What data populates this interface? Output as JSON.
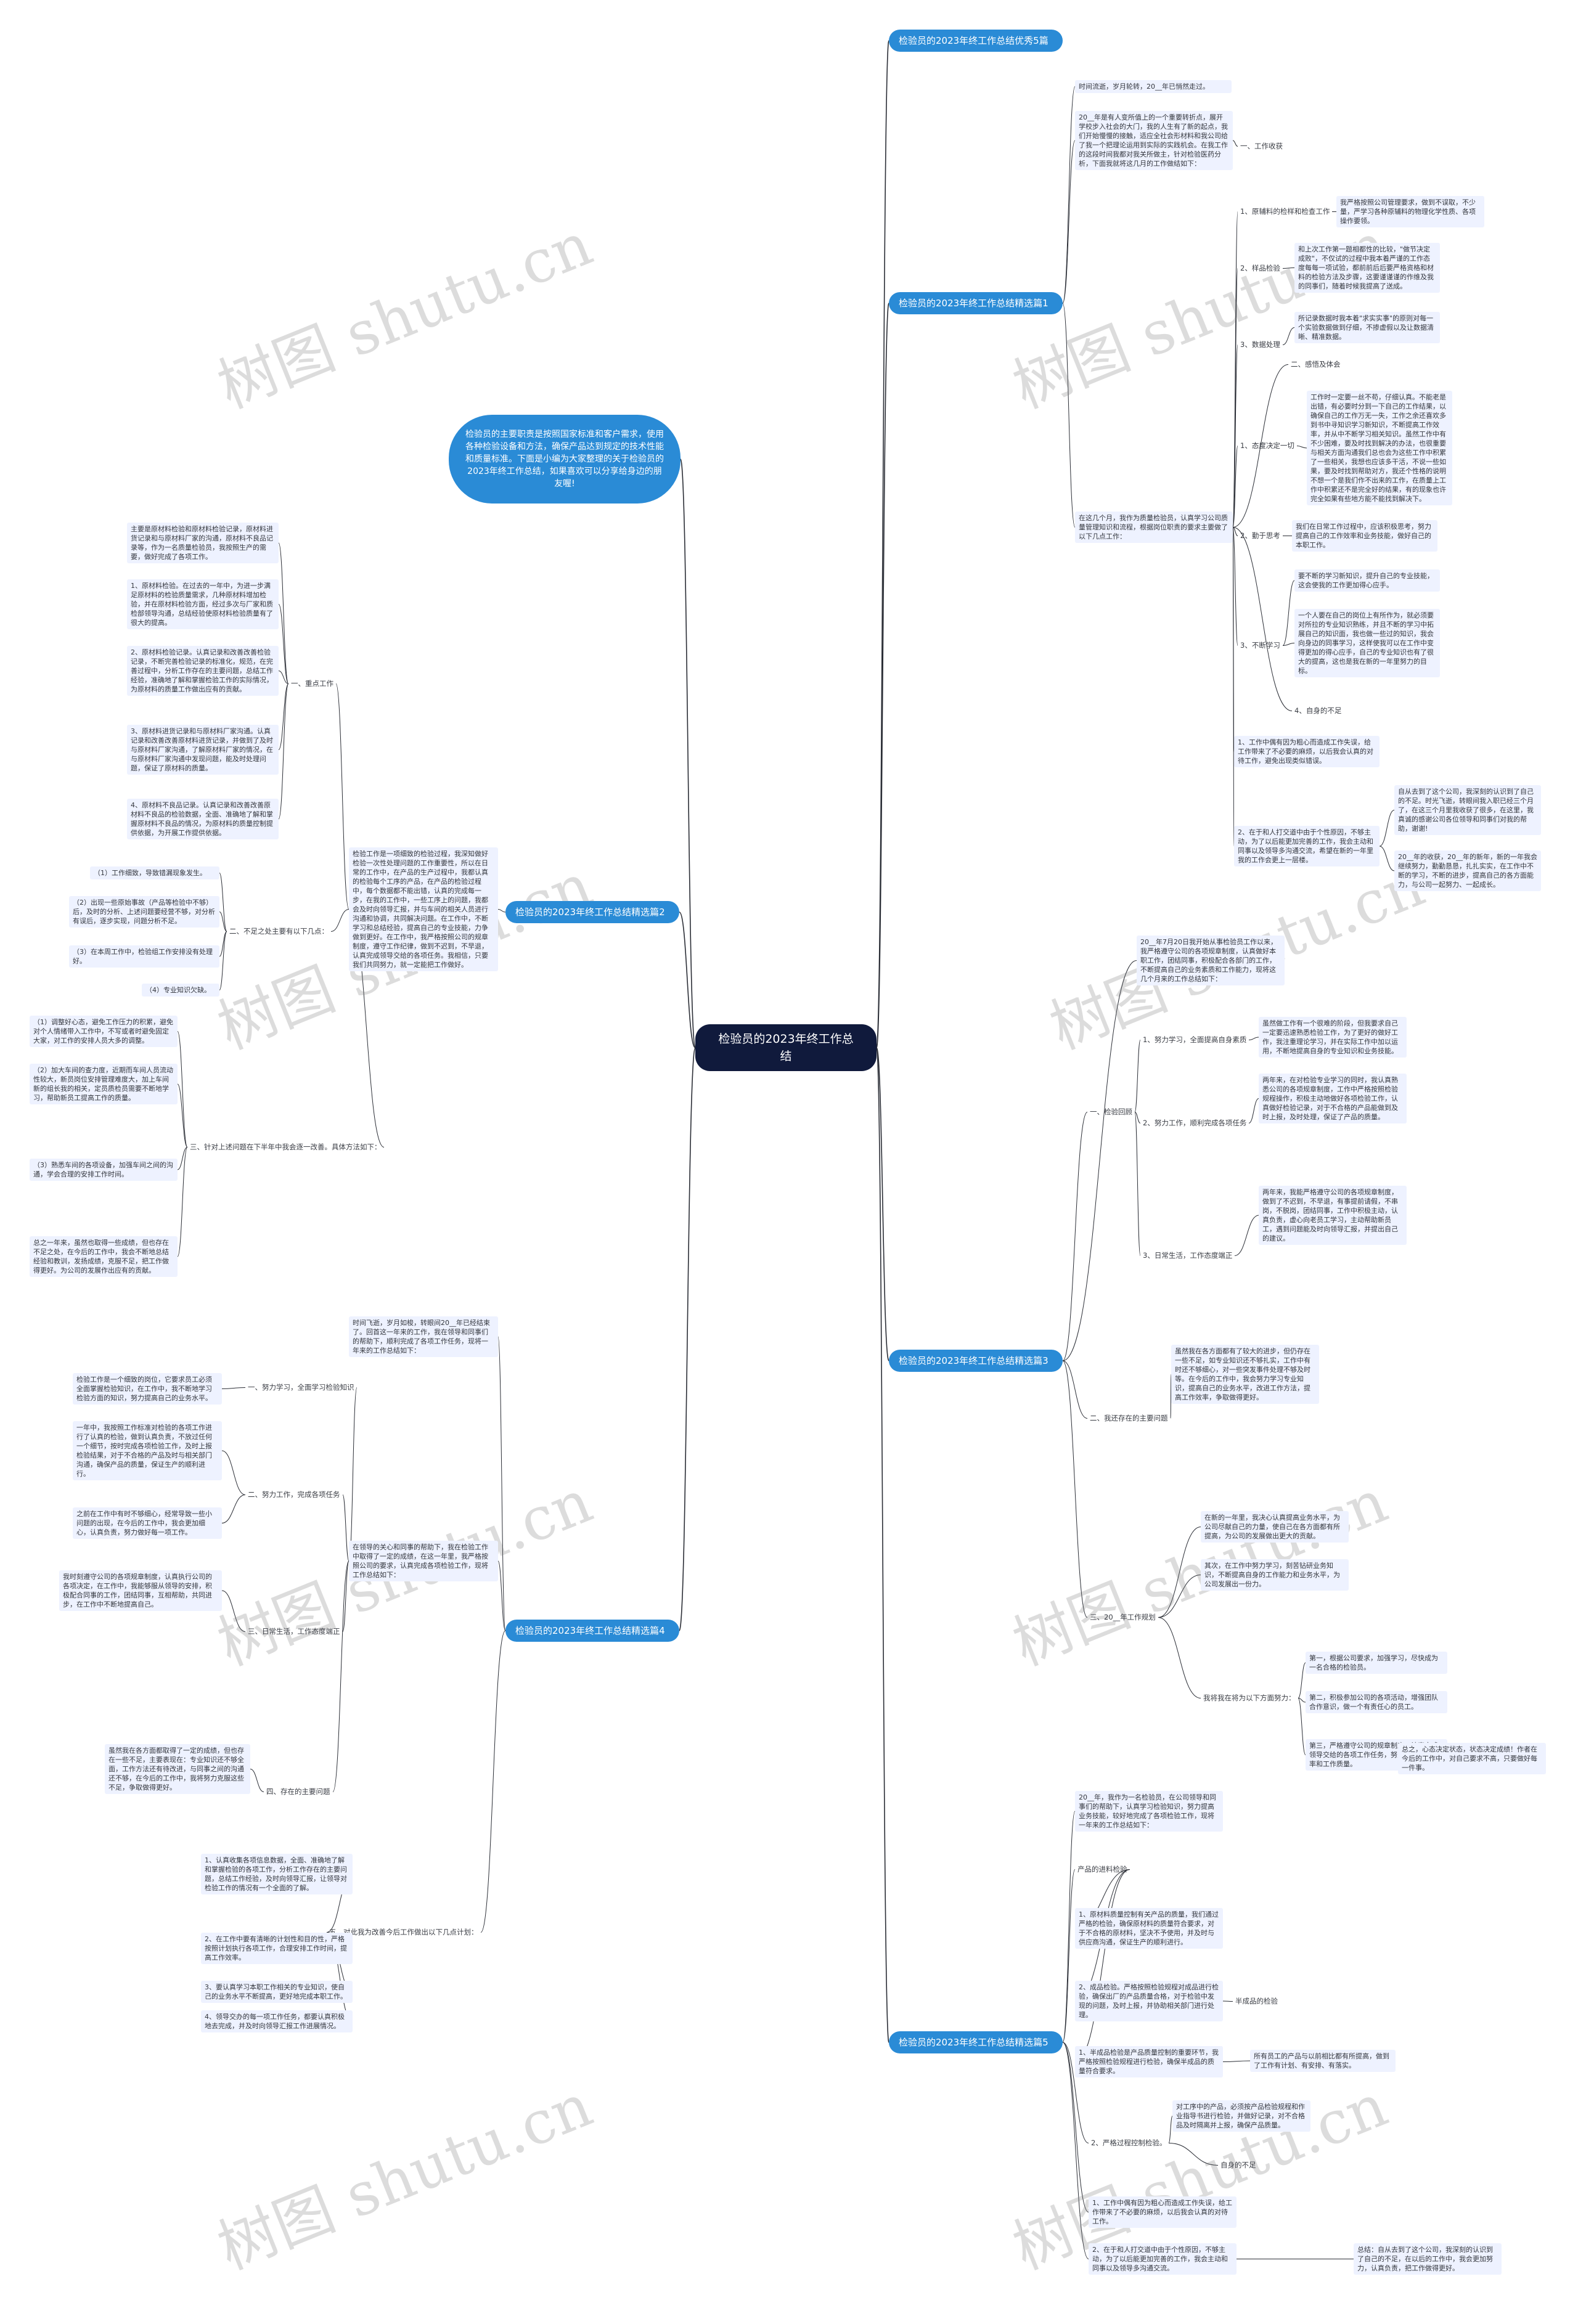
{
  "watermark": "树图 shutu.cn",
  "root": "检验员的2023年终工作总结",
  "intro": "检验员的主要职责是按照国家标准和客户需求，使用各种检验设备和方法，确保产品达到规定的技术性能和质量标准。下面是小编为大家整理的关于检验员的2023年终工作总结，如果喜欢可以分享给身边的朋友喔!",
  "branches": [
    "检验员的2023年终工作总结优秀5篇",
    "检验员的2023年终工作总结精选篇1",
    "检验员的2023年终工作总结精选篇2",
    "检验员的2023年终工作总结精选篇3",
    "检验员的2023年终工作总结精选篇4",
    "检验员的2023年终工作总结精选篇5"
  ],
  "b1": {
    "t_time": "时间流逝，岁月轮转，20__年已悄然走过。",
    "t_review": "20__年是有人变所值上的一个重要转折点，展开学校步入社会的大门，我的人生有了新的起点，我们开始慢慢的接触，适应全社会形材料和我公司给了我一个把理论运用到实际的实践机会。在我工作的这段时间我都对我关所做主，针对检验医药分析，下面我就将这几月的工作做结如下：",
    "lab_summary": "一、工作收获",
    "lab_1": "1、原辅料的检样和检查工作",
    "t_1": "我严格按照公司管理要求，做到不误取，不少量，严学习各种原辅料的物理化学性质、各项操作要领。",
    "lab_2": "2、样品检验",
    "t_2": "和上次工作第一题相都性的比较，\"做节决定成败\"，不仅试的过程中我本着严谨的工作态度每每一项试验，都前前后后要严格资格和材料的检验方法及步骤，这要谨谨谨的作维及我的同事们，随着时候我提高了送成。",
    "lab_3": "3、数据处理",
    "t_3": "所记录数据时我本着\"求实实事\"的原则对每一个实验数据做到仔细，不掺虚假以及让数据清晰、精准数据。",
    "lab_4": "二、感悟及体会",
    "lab_5": "1、态度决定一切",
    "t_5": "工作时一定要一丝不苟，仔细认真。不能老是出错，有必要时分到一下自己的工作结果，以确保自己的工作万无一失，工作之余还喜欢多到书中寻知识学习新知识，不断提高工作效率，并从中不断学习相关知识。虽然工作中有不少困难，要及时找到解决的办法，也很重要与相关方面沟通我们总也会为这些工作中积累了一些相关，我想也应该多干活，不说一些如果，要及时找到帮助对方，我还个性格的说明不想一个是我们作不出来的工作，在质量上工作中积累还不是完全好的结果，有的现象也许完全如果有些地方能不能找到解决下。",
    "lab_6": "2、勤于思考",
    "t_6": "我们在日常工作过程中，应该积极思考，努力提高自己的工作效率和业务技能，做好自己的本职工作。",
    "lab_7": "3、不断学习",
    "t_7a": "要不断的学习新知识，提升自己的专业技能，这会使我的工作更加得心应手。",
    "t_7b": "一个人要在自己的岗位上有所作为，就必须要对所拉的专业知识熟练，并且不断的学习中拓展自己的知识面，我也做一些过的知识，我会向身边的同事学习，这样使我可以在工作中变得更加的得心应手，自己的专业知识也有了很大的提高，这也是我在新的一年里努力的目标。",
    "lab_8": "4、自身的不足",
    "t_8a": "1、工作中偶有因为粗心而造成工作失误，给工作带来了不必要的麻烦，以后我会认真的对待工作，避免出现类似错误。",
    "t_8b": "2、在于和人打交道中由于个性原因，不够主动，为了以后能更加完善的工作，我会主动和同事以及领导多沟通交流，希望在新的一年里我的工作会更上一层楼。",
    "t_8c": "自从去到了这个公司，我深刻的认识到了自己的不足。时光飞逝，转眼间我入职已经三个月了，在这三个月里我收获了很多，在这里，我真诚的感谢公司各位领导和同事们对我的帮助，谢谢!",
    "t_8d": "20__年的收获，20__年的新年，新的一年我会继续努力，勤勤恳恳，扎扎实实，在工作中不断的学习，不断的进步，提高自己的各方面能力，与公司一起努力、一起成长。",
    "t_8e": "在这几个月，我作为质量检验员，认真学习公司质量管理知识和流程，根据岗位职责的要求主要做了以下几点工作："
  },
  "b2": {
    "lab_a": "一、重点工作",
    "t_a0": "主要是原材料检验和原材料检验记录，原材料进货记录和与原材料厂家的沟通，原材料不良品记录等，作为一名质量检验员，我按照生产的需要，做好完成了各项工作。",
    "t_a1": "1、原材料检验。在过去的一年中，为进一步满足原材料的检验质量需求，几种原材料增加检验，并在原材料检验方面，经过多次与厂家和质检部领导沟通，总结经验使原材料检验质量有了很大的提高。",
    "t_a2": "2、原材料检验记录。认真记录和改善改善检验记录，不断完善检验记录的标准化，规范，在完善过程中，分析工作存在的主要问题，总结工作经验，准确地了解和掌握检验工作的实际情况，为原材料的质量工作做出应有的贡献。",
    "t_a3": "3、原材料进货记录和与原材料厂家沟通。认真记录和改善改善原材料进货记录，并做到了及时与原材料厂家沟通，了解原材料厂家的情况，在与原材料厂家沟通中发现问题，能及时处理问题，保证了原材料的质量。",
    "t_a4": "4、原材料不良品记录。认真记录和改善改善原材料不良品的检验数据，全面、准确地了解和掌握原材料不良品的情况，为原材料的质量控制提供依据，为开展工作提供依据。",
    "lab_b": "二、不足之处主要有以下几点：",
    "t_b1": "（1）工作细致，导致错漏现象发生。",
    "t_b2": "（2）出现一些原始事故（产品等检验中不够）后，及时的分析、上述问题要经营不够，对分析有误后，逐步实现，问题分析不足。",
    "t_b3": "（3）在本周工作中，检验组工作安排没有处理好。",
    "t_b4": "（4）专业知识欠缺。",
    "lab_c": "三、针对上述问题在下半年中我会逐一改善。具体方法如下：",
    "t_c1": "（1）调整好心态，避免工作压力的积累，避免对个人情绪带入工作中，不写或者时避免固定大家，对工作的安排人员大多的调整。",
    "t_c2": "（2）加大车间的查力度，近期而车间人员流动性较大，新员岗位安排管理难度大，加上车间新的组长我的相关，定员质检员需要不断地学习，帮助新员工提高工作的质量。",
    "t_c3": "（3）熟悉车间的各项设备，加强车间之间的沟通，学会合理的安排工作时间。",
    "t_c4": "总之一年来，虽然也取得一些成绩，但也存在不足之处，在今后的工作中，我会不断地总结经验和教训，发扬成绩，克服不足，把工作做得更好。为公司的发展作出应有的贡献。",
    "t_main": "检验工作是一项细致的检验过程，我深知做好检验一次性处理问题的工作重要性，所以在日常的工作中，在产品的生产过程中，我都认真的检验每个工序的产品，在产品的检验过程中，每个数据都不能出错，认真的完成每一步，在我的工作中，一些工序上的问题，我都会及时向领导汇报，并与车间的相关人员进行沟通和协调，共同解决问题。在工作中，不断学习和总结经验，提高自己的专业技能，力争做到更好。在工作中，我严格按照公司的规章制度，遵守工作纪律，做到不迟到，不早退，认真完成领导交给的各项任务。我相信，只要我们共同努力，就一定能把工作做好。"
  },
  "b3": {
    "t_intro": "20__年7月20日我开始从事检验员工作以来，我严格遵守公司的各项规章制度，认真做好本职工作，团结同事，积极配合各部门的工作，不断提高自己的业务素质和工作能力，现将这几个月来的工作总结如下：",
    "lab_a": "一、检验回顾",
    "lab_a1": "1、努力学习，全面提高自身素质",
    "t_a1": "虽然做工作有一个很难的阶段，但我要求自己一定要迅速熟悉检验工作，为了更好的做好工作，我注重理论学习，并在实际工作中加以运用，不断地提高自身的专业知识和业务技能。",
    "lab_a2": "2、努力工作，顺利完成各项任务",
    "t_a2": "两年来，在对检验专业学习的同时，我认真熟悉公司的各项规章制度，工作中严格按照检验规程操作，积极主动地做好各项检验工作，认真做好检验记录，对于不合格的产品能做到及时上报，及时处理，保证了产品的质量。",
    "lab_a3": "3、日常生活，工作态度端正",
    "t_a3": "两年来，我能严格遵守公司的各项规章制度，做到了不迟到，不早退，有事提前请假，不串岗，不脱岗，团结同事，工作中积极主动，认真负责，虚心向老员工学习，主动帮助新员工，遇到问题能及时向领导汇报，并提出自己的建议。",
    "lab_b": "二、我还存在的主要问题",
    "t_b": "虽然我在各方面都有了较大的进步，但仍存在一些不足，如专业知识还不够扎实，工作中有时还不够细心，对一些突发事件处理不够及时等。在今后的工作中，我会努力学习专业知识，提高自己的业务水平，改进工作方法，提高工作效率，争取做得更好。",
    "lab_c": "三、20__年工作规划",
    "t_c1": "在新的一年里，我决心认真提高业务水平，为公司尽献自己的力量，使自己在各方面都有所提高，为公司的发展做出更大的贡献。",
    "t_c2": "其次，在工作中努力学习，刻苦钻研业务知识，不断提高自身的工作能力和业务水平，为公司发展出一份力。",
    "lab_c3": "我将我在将为以下方面努力：",
    "t_c3a": "第一，根据公司要求，加强学习，尽快成为一名合格的检验员。",
    "t_c3b": "第二，积极参加公司的各项活动，增强团队合作意识，做一个有责任心的员工。",
    "t_c3c": "第三，严格遵守公司的规章制度，认真完成领导交给的各项工作任务，努力提高工作效率和工作质量。",
    "t_c4": "总之，心态决定状态，状态决定成绩！作者在今后的工作中，对自己要求不高，只要做好每一件事。"
  },
  "b4": {
    "t_intro": "时间飞逝，岁月如梭，转眼间20__年已经结束了。回首这一年来的工作，我在领导和同事们的帮助下，顺利完成了各项工作任务，现将一年来的工作总结如下：",
    "lab_1": "一、努力学习，全面学习检验知识",
    "t_1": "检验工作是一个细致的岗位，它要求员工必须全面掌握检验知识，在工作中，我不断地学习检验方面的知识，努力提高自己的业务水平。",
    "lab_2": "二、努力工作，完成各项任务",
    "t_2a": "一年中，我按照工作标准对检验的各项工作进行了认真的检验，做到认真负责，不放过任何一个细节，按时完成各项检验工作，及时上报检验结果，对于不合格的产品及时与相关部门沟通，确保产品的质量，保证生产的顺利进行。",
    "t_2b": "之前在工作中有时不够细心，经常导致一些小问题的出现，在今后的工作中，我会更加细心，认真负责，努力做好每一项工作。",
    "lab_3": "三、日常生活，工作态度端正",
    "t_3": "我时刻遵守公司的各项规章制度，认真执行公司的各项决定，在工作中，我能够服从领导的安排，积极配合同事的工作，团结同事，互相帮助，共同进步，在工作中不断地提高自己。",
    "lab_4": "四、存在的主要问题",
    "t_4": "虽然我在各方面都取得了一定的成绩，但也存在一些不足，主要表现在：专业知识还不够全面，工作方法还有待改进，与同事之间的沟通还不够，在今后的工作中，我将努力克服这些不足，争取做得更好。",
    "t_main": "在领导的关心和同事的帮助下，我在检验工作中取得了一定的成绩，在这一年里，我严格按照公司的要求，认真完成各项检验工作，现将工作总结如下：",
    "lab_5": "五、对此我为改善今后工作做出以下几点计划：",
    "t_5a": "1、认真收集各项信息数据，全面、准确地了解和掌握检验的各项工作，分析工作存在的主要问题，总结工作经验，及时向领导汇报，让领导对检验工作的情况有一个全面的了解。",
    "t_5b": "2、在工作中要有清晰的计划性和目的性，严格按照计划执行各项工作，合理安排工作时间，提高工作效率。",
    "t_5c": "3、要认真学习本职工作相关的专业知识，使自己的业务水平不断提高，更好地完成本职工作。",
    "t_5d": "4、领导交办的每一项工作任务，都要认真积极地去完成，并及时向领导汇报工作进展情况。"
  },
  "b5": {
    "t_intro": "20__年，我作为一名检验员，在公司领导和同事们的帮助下，认真学习检验知识，努力提高业务技能，较好地完成了各项检验工作，现将一年来的工作总结如下：",
    "lab_a": "产品的进料检验",
    "t_a1": "1、原材料质量控制有关产品的质量，我们通过严格的检验，确保原材料的质量符合要求，对于不合格的原材料，坚决不予使用，并及时与供应商沟通，保证生产的顺利进行。",
    "t_a2": "2、成品检验。严格按照检验规程对成品进行检验，确保出厂的产品质量合格，对于检验中发现的问题，及时上报，并协助相关部门进行处理。",
    "lab_a2": "半成品的检验",
    "t_a3": "1、半成品检验是产品质量控制的重要环节，我严格按照检验规程进行检验，确保半成品的质量符合要求。",
    "t_a4": "所有员工的产品与以前相比都有所提高，做到了工作有计划、有安排、有落实。",
    "lab_b": "2、严格过程控制检验。",
    "t_b1": "对工序中的产品，必须按产品检验规程和作业指导书进行检验，并做好记录，对不合格品及时隔离并上报，确保产品质量。",
    "lab_b2": "自身的不足",
    "t_b2": "1、工作中偶有因为粗心而造成工作失误，给工作带来了不必要的麻烦，以后我会认真的对待工作。",
    "t_b3": "2、在于和人打交道中由于个性原因，不够主动，为了以后能更加完善的工作，我会主动和同事以及领导多沟通交流。",
    "t_b4": "总结：自从去到了这个公司，我深刻的认识到了自己的不足，在以后的工作中，我会更加努力，认真负责，把工作做得更好。"
  }
}
